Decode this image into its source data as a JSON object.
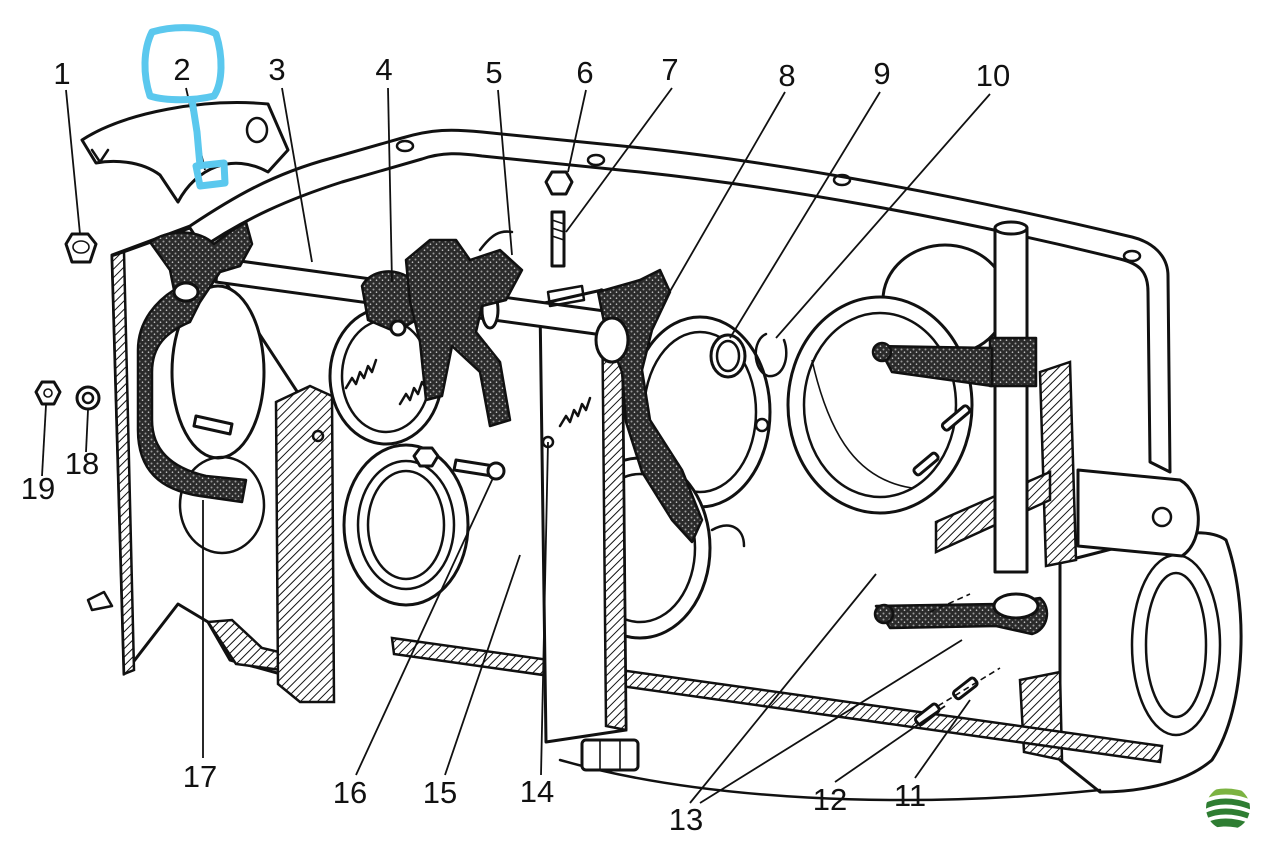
{
  "diagram": {
    "callouts": [
      "1",
      "2",
      "3",
      "4",
      "5",
      "6",
      "7",
      "8",
      "9",
      "10",
      "11",
      "12",
      "13",
      "14",
      "15",
      "16",
      "17",
      "18",
      "19"
    ],
    "colors": {
      "line": "#111111",
      "background": "#ffffff",
      "stipple": "#2b2b2b",
      "highlight": "#5bc8ee"
    }
  },
  "highlight": {
    "shape": "hand-drawn-box",
    "callout": "2"
  },
  "logo": {
    "icon": "green-stripes-logo",
    "colors": [
      "#2e7d32",
      "#7cb342"
    ]
  }
}
